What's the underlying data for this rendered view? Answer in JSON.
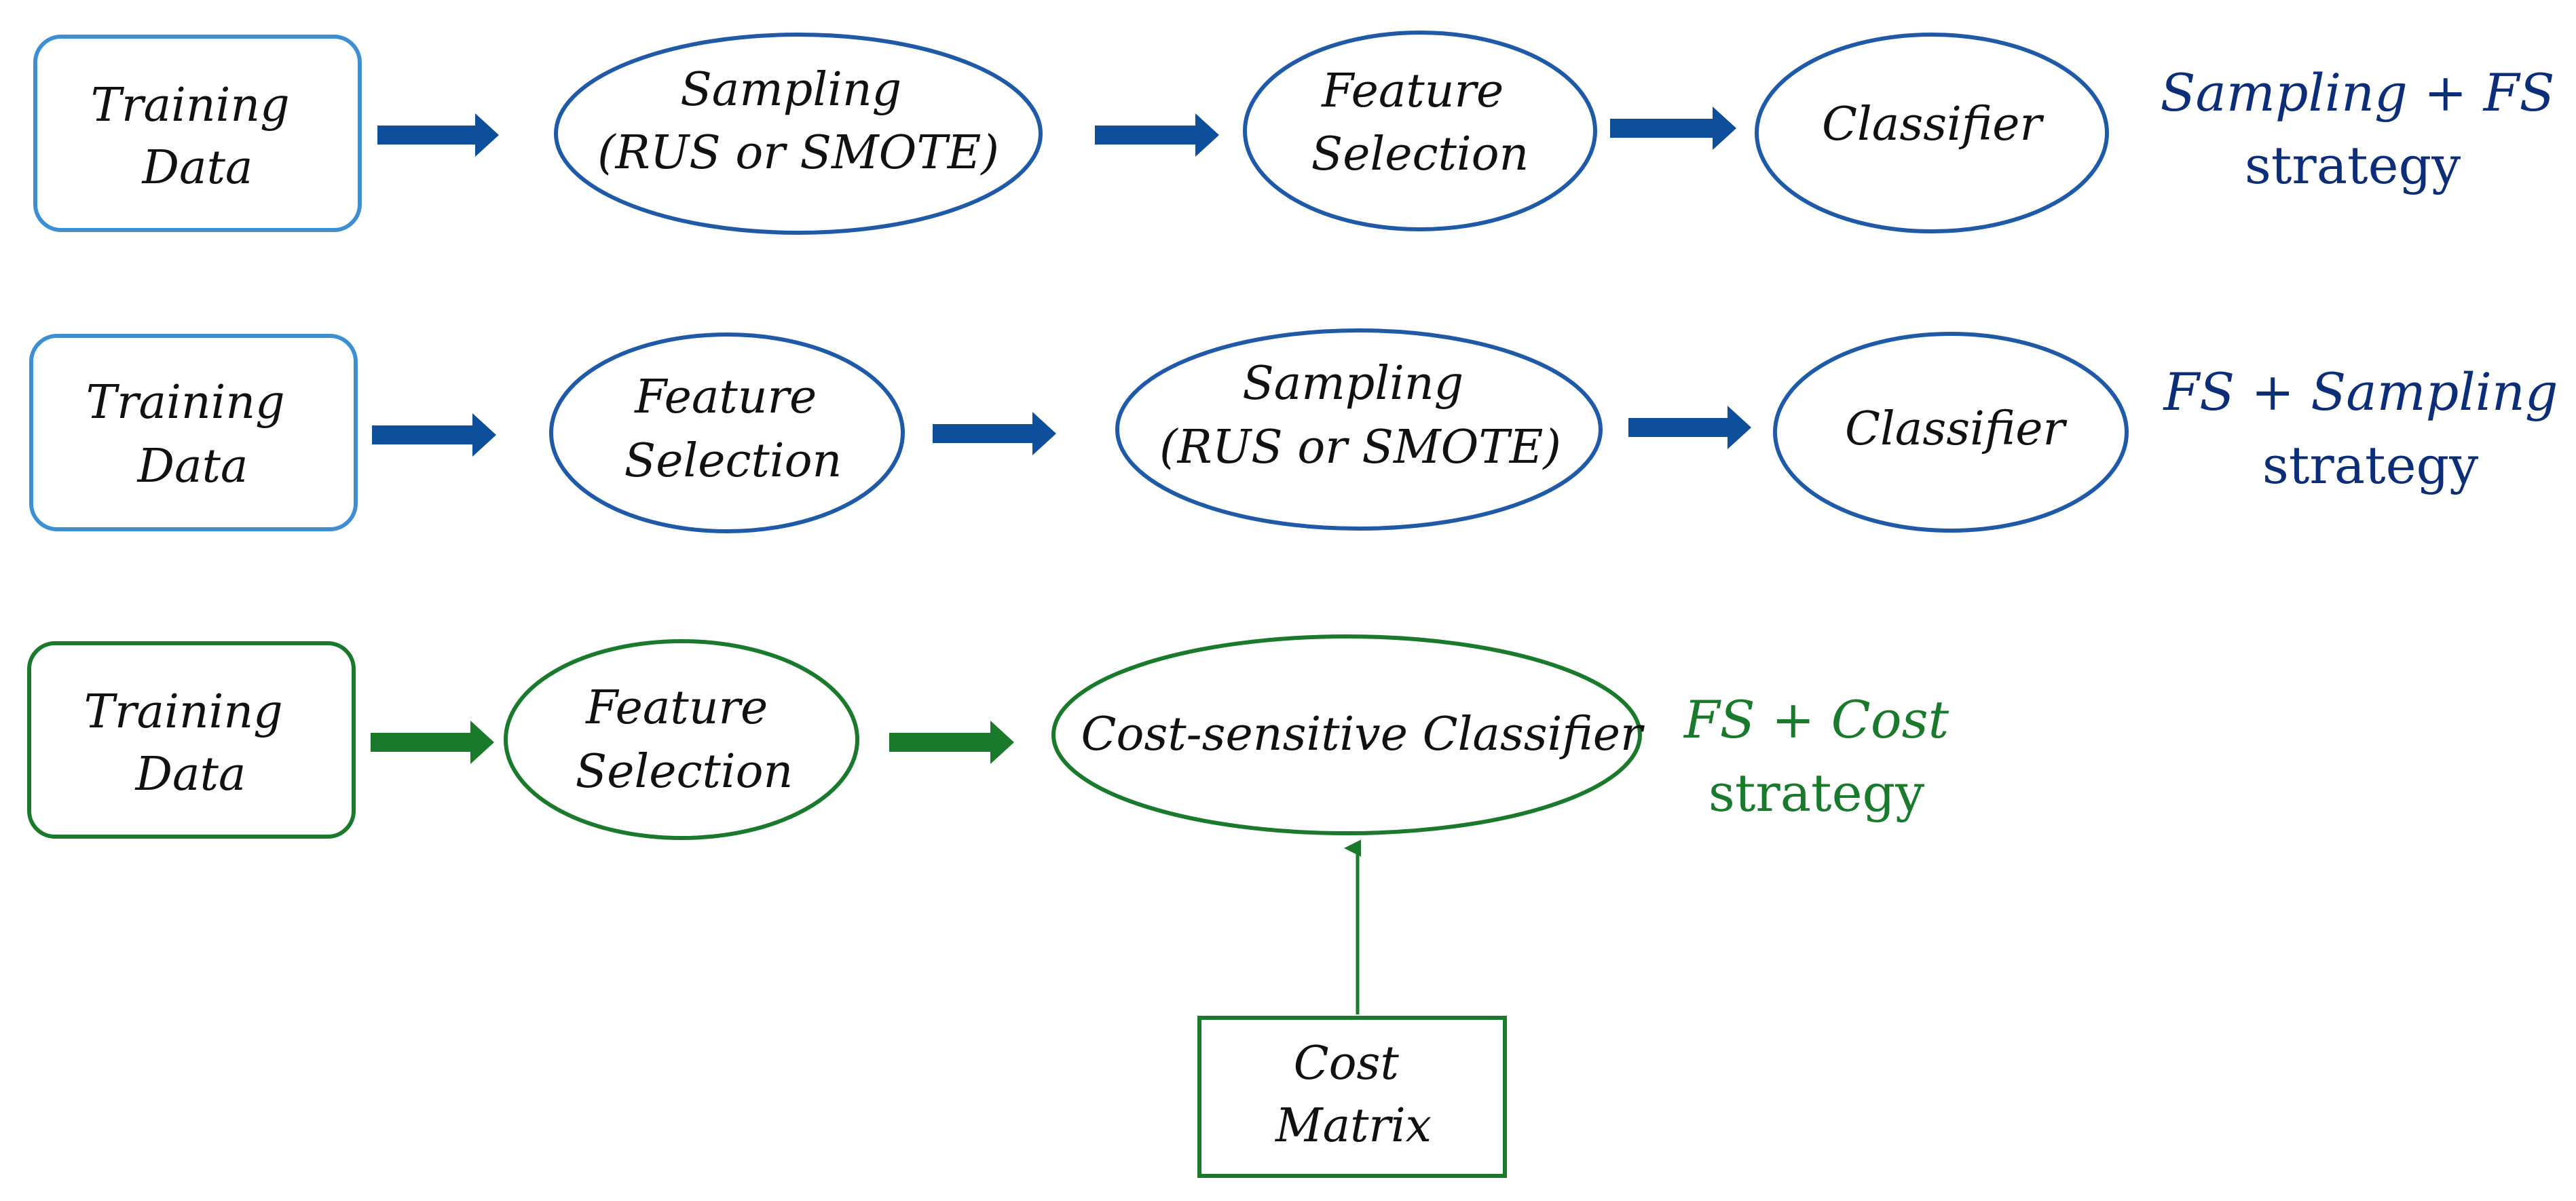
{
  "colors": {
    "row1_stroke": "#1f5aa8",
    "row1_box_stroke": "#3d8fd4",
    "row1_arrow": "#0d4f9a",
    "row2_stroke": "#1f5aa8",
    "row2_box_stroke": "#3d8fd4",
    "row2_arrow": "#0d4f9a",
    "row3_stroke": "#197a2b",
    "row3_arrow": "#197a2b",
    "strategy_blue": "#0c2e78",
    "strategy_green": "#197a2b",
    "text": "#111111"
  },
  "rows": [
    {
      "id": "sampling-fs",
      "nodes": [
        {
          "id": "r1-training-data",
          "shape": "rounded-rect",
          "lines": [
            "Training",
            "Data"
          ]
        },
        {
          "id": "r1-sampling",
          "shape": "ellipse",
          "lines": [
            "Sampling",
            "(RUS or SMOTE)"
          ]
        },
        {
          "id": "r1-feature-selection",
          "shape": "ellipse",
          "lines": [
            "Feature",
            "Selection"
          ]
        },
        {
          "id": "r1-classifier",
          "shape": "ellipse",
          "lines": [
            "Classifier"
          ]
        }
      ],
      "strategy": {
        "line1": "Sampling + FS",
        "line2": "strategy"
      }
    },
    {
      "id": "fs-sampling",
      "nodes": [
        {
          "id": "r2-training-data",
          "shape": "rounded-rect",
          "lines": [
            "Training",
            "Data"
          ]
        },
        {
          "id": "r2-feature-selection",
          "shape": "ellipse",
          "lines": [
            "Feature",
            "Selection"
          ]
        },
        {
          "id": "r2-sampling",
          "shape": "ellipse",
          "lines": [
            "Sampling",
            "(RUS or SMOTE)"
          ]
        },
        {
          "id": "r2-classifier",
          "shape": "ellipse",
          "lines": [
            "Classifier"
          ]
        }
      ],
      "strategy": {
        "line1": "FS + Sampling",
        "line2": "strategy"
      }
    },
    {
      "id": "fs-cost",
      "nodes": [
        {
          "id": "r3-training-data",
          "shape": "rounded-rect",
          "lines": [
            "Training",
            "Data"
          ]
        },
        {
          "id": "r3-feature-selection",
          "shape": "ellipse",
          "lines": [
            "Feature",
            "Selection"
          ]
        },
        {
          "id": "r3-cost-sensitive-classifier",
          "shape": "ellipse",
          "lines": [
            "Cost-sensitive Classifier"
          ]
        }
      ],
      "strategy": {
        "line1": "FS + Cost",
        "line2": "strategy"
      }
    }
  ],
  "cost_matrix": {
    "lines": [
      "Cost",
      "Matrix"
    ]
  }
}
